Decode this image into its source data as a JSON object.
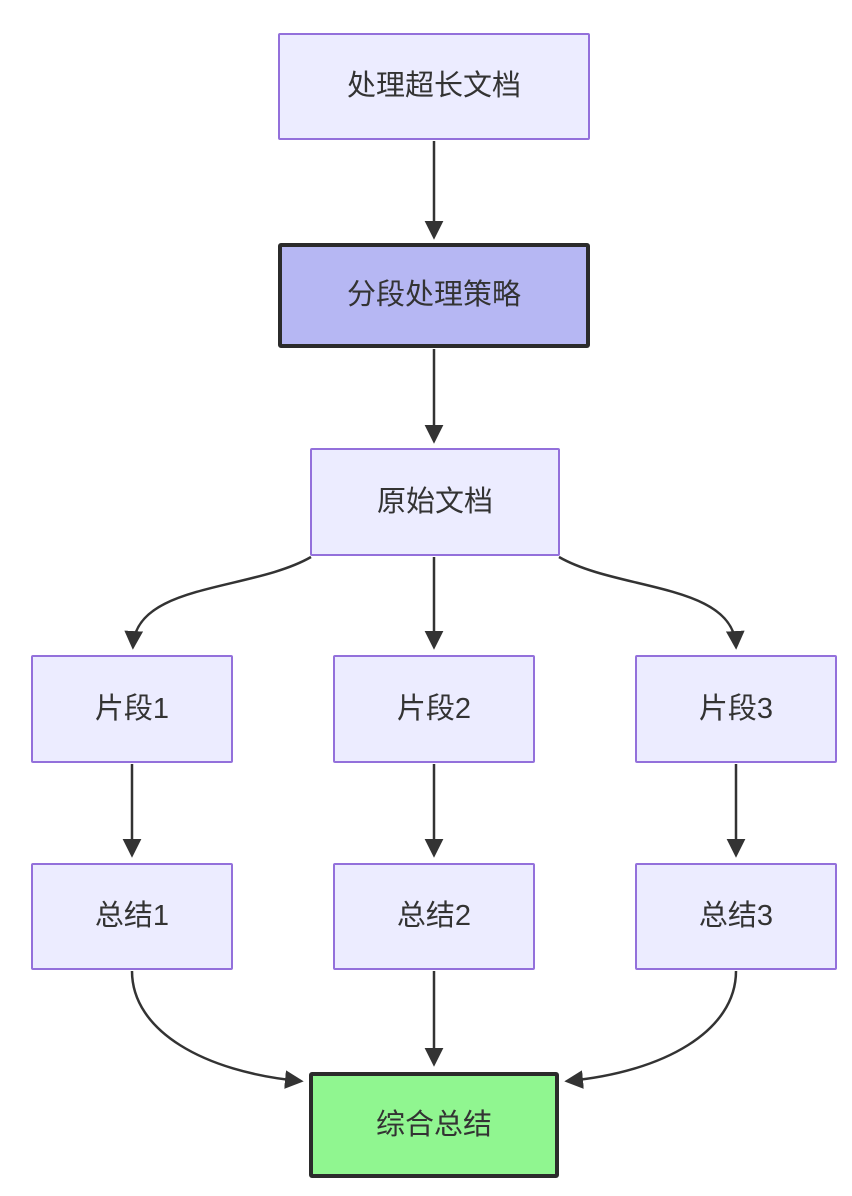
{
  "diagram": {
    "type": "flowchart",
    "direction": "top-down",
    "nodes": [
      {
        "id": "A",
        "label": "处理超长文档",
        "style": "default"
      },
      {
        "id": "B",
        "label": "分段处理策略",
        "style": "highlight-purple"
      },
      {
        "id": "C",
        "label": "原始文档",
        "style": "default"
      },
      {
        "id": "D1",
        "label": "片段1",
        "style": "default"
      },
      {
        "id": "D2",
        "label": "片段2",
        "style": "default"
      },
      {
        "id": "D3",
        "label": "片段3",
        "style": "default"
      },
      {
        "id": "E1",
        "label": "总结1",
        "style": "default"
      },
      {
        "id": "E2",
        "label": "总结2",
        "style": "default"
      },
      {
        "id": "E3",
        "label": "总结3",
        "style": "default"
      },
      {
        "id": "F",
        "label": "综合总结",
        "style": "highlight-green"
      }
    ],
    "edges": [
      {
        "from": "A",
        "to": "B"
      },
      {
        "from": "B",
        "to": "C"
      },
      {
        "from": "C",
        "to": "D1"
      },
      {
        "from": "C",
        "to": "D2"
      },
      {
        "from": "C",
        "to": "D3"
      },
      {
        "from": "D1",
        "to": "E1"
      },
      {
        "from": "D2",
        "to": "E2"
      },
      {
        "from": "D3",
        "to": "E3"
      },
      {
        "from": "E1",
        "to": "F"
      },
      {
        "from": "E2",
        "to": "F"
      },
      {
        "from": "E3",
        "to": "F"
      }
    ],
    "colors": {
      "background": "#FFFFFF",
      "node_fill": "#ECECFF",
      "node_border": "#9370DB",
      "purple_fill": "#B6B7F3",
      "green_fill": "#90F690",
      "highlight_border": "#2B2B2B",
      "edge_color": "#333333",
      "text_color": "#333333"
    }
  }
}
